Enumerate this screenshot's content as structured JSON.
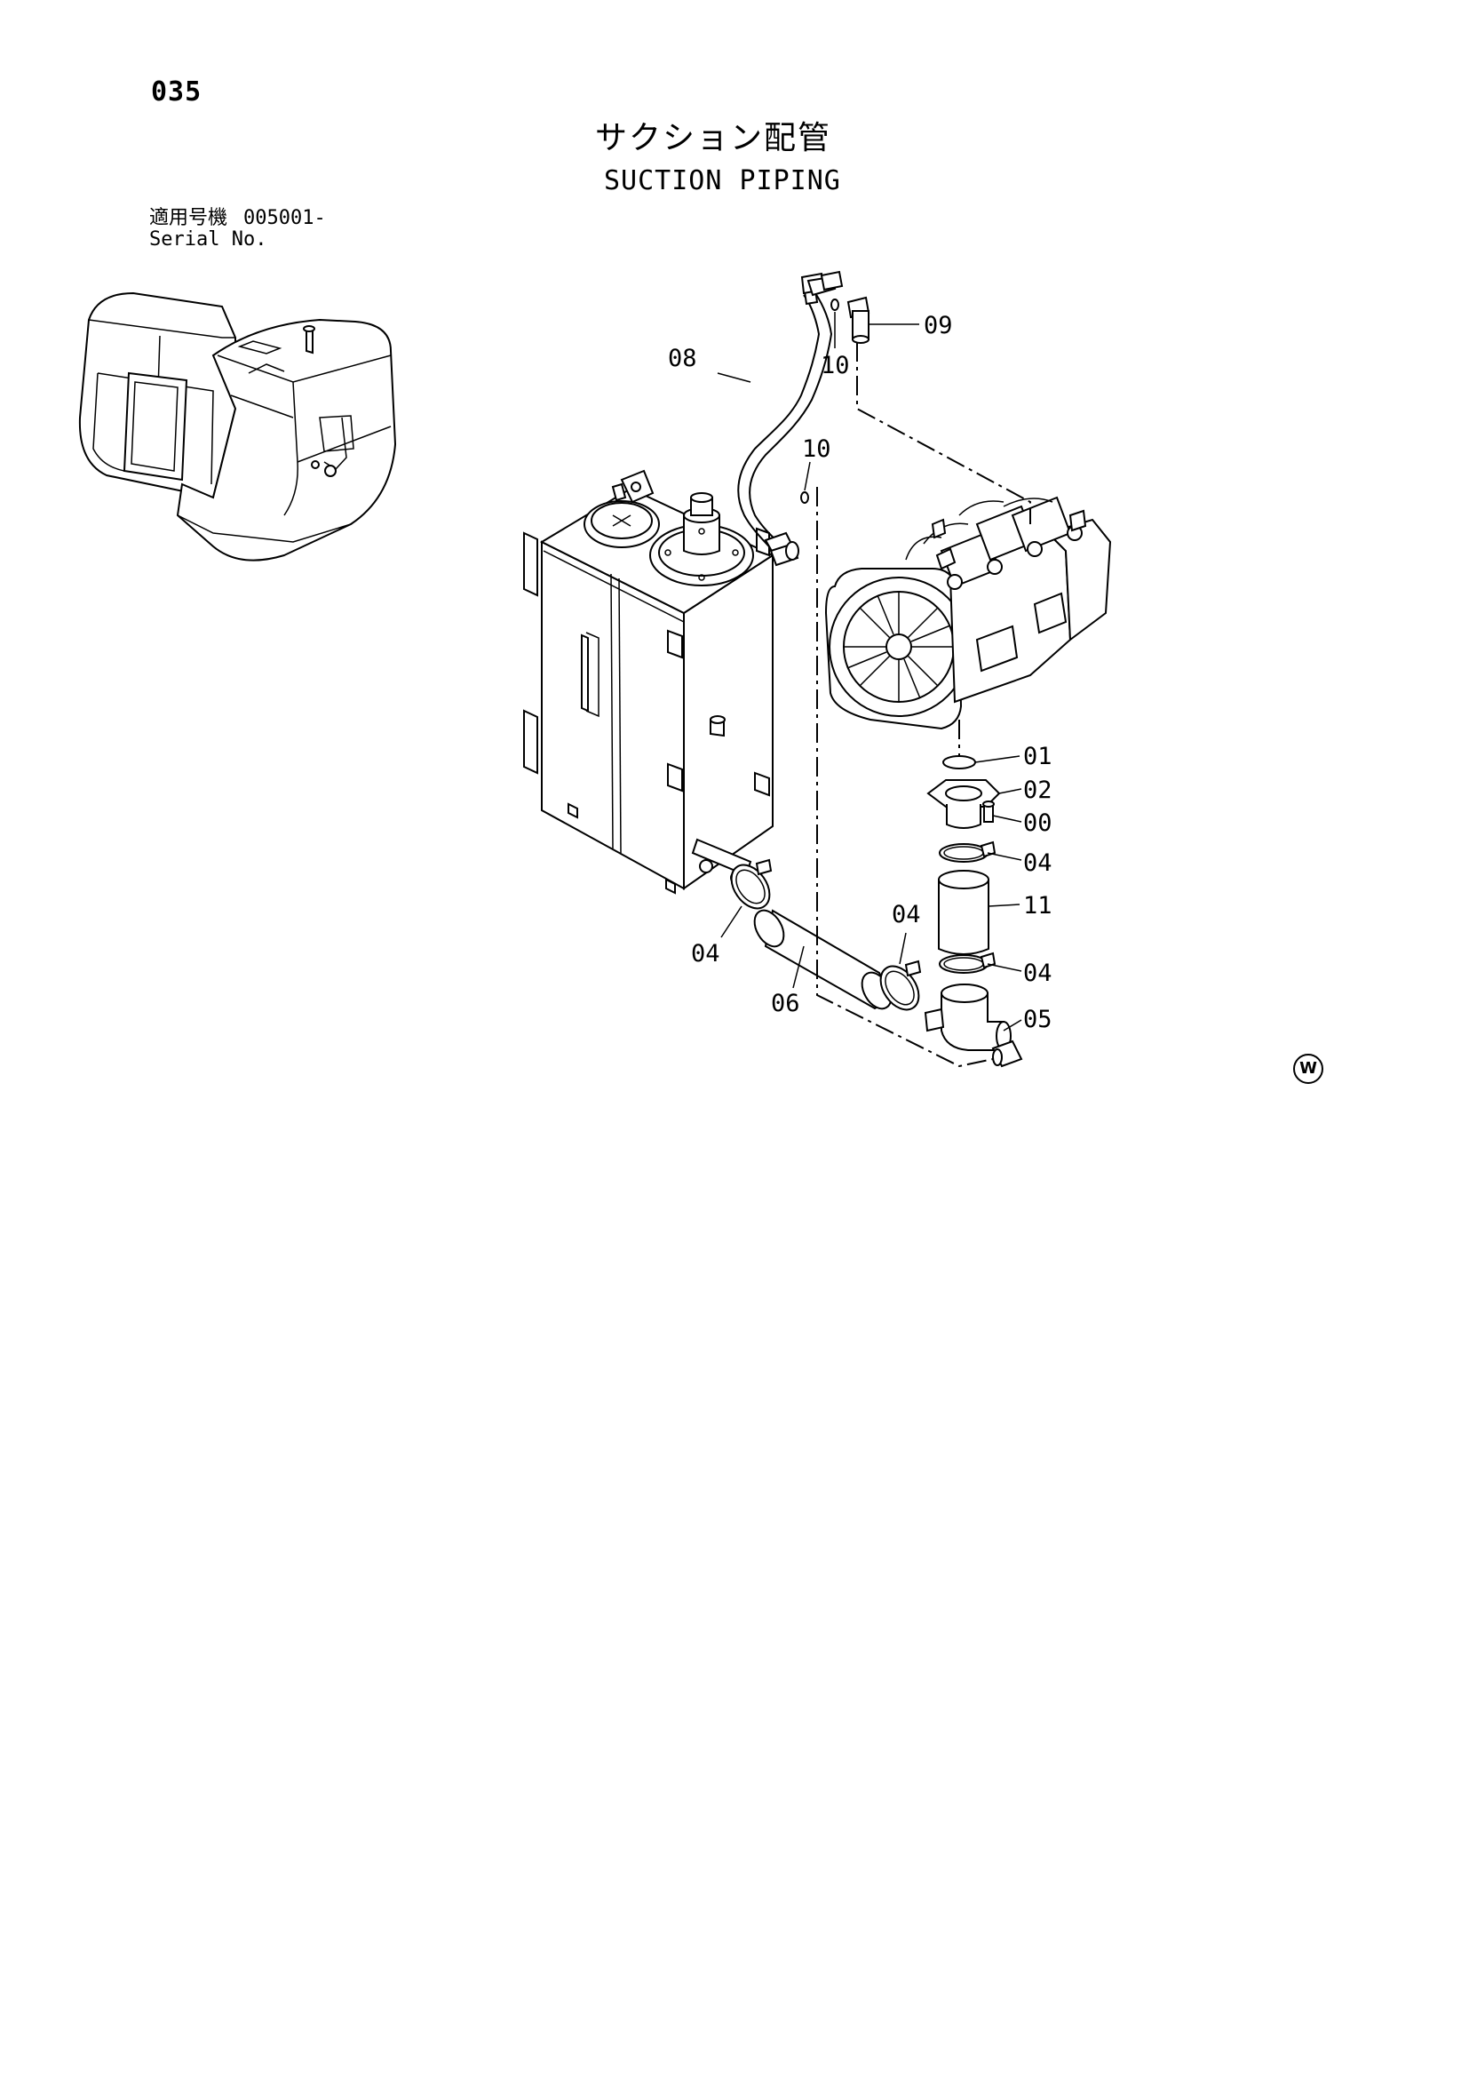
{
  "page_number": "035",
  "title_jp": "サクション配管",
  "title_en": "SUCTION PIPING",
  "serial": {
    "label_jp": "適用号機",
    "value": "005001-",
    "label_en": "Serial No."
  },
  "mark": "W",
  "callouts": {
    "c00": "00",
    "c01": "01",
    "c02": "02",
    "c04_clamp_top": "04",
    "c04_tank": "04",
    "c04_center": "04",
    "c04_clamp_bottom": "04",
    "c05": "05",
    "c06": "06",
    "c08": "08",
    "c09": "09",
    "c10_top": "10",
    "c10_mid": "10",
    "c11": "11"
  }
}
